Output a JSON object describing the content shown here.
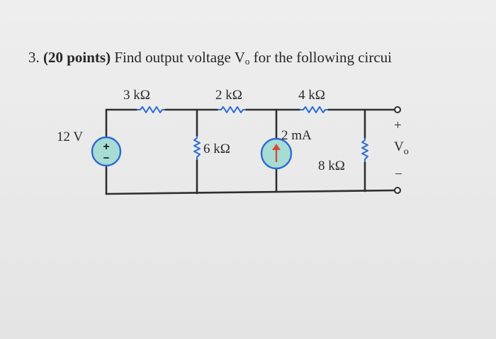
{
  "question": {
    "number": "3.",
    "points": "(20 points)",
    "text": "Find output voltage V",
    "subscript": "o",
    "text_end": "for the following circui"
  },
  "circuit": {
    "resistors": {
      "r1": "3 kΩ",
      "r2": "2 kΩ",
      "r3": "4 kΩ",
      "r4": "6 kΩ",
      "r5": "8 kΩ"
    },
    "voltage_source": {
      "label": "12 V",
      "plus": "+",
      "minus": "−"
    },
    "current_source": {
      "label": "2 mA"
    },
    "output": {
      "plus": "+",
      "minus": "−",
      "label": "V",
      "subscript": "o"
    }
  },
  "colors": {
    "source_fill": "#a6dcd3",
    "source_stroke": "#2d6bd1",
    "current_arrow": "#d94a3a",
    "resistor": "#2d6bd1"
  }
}
